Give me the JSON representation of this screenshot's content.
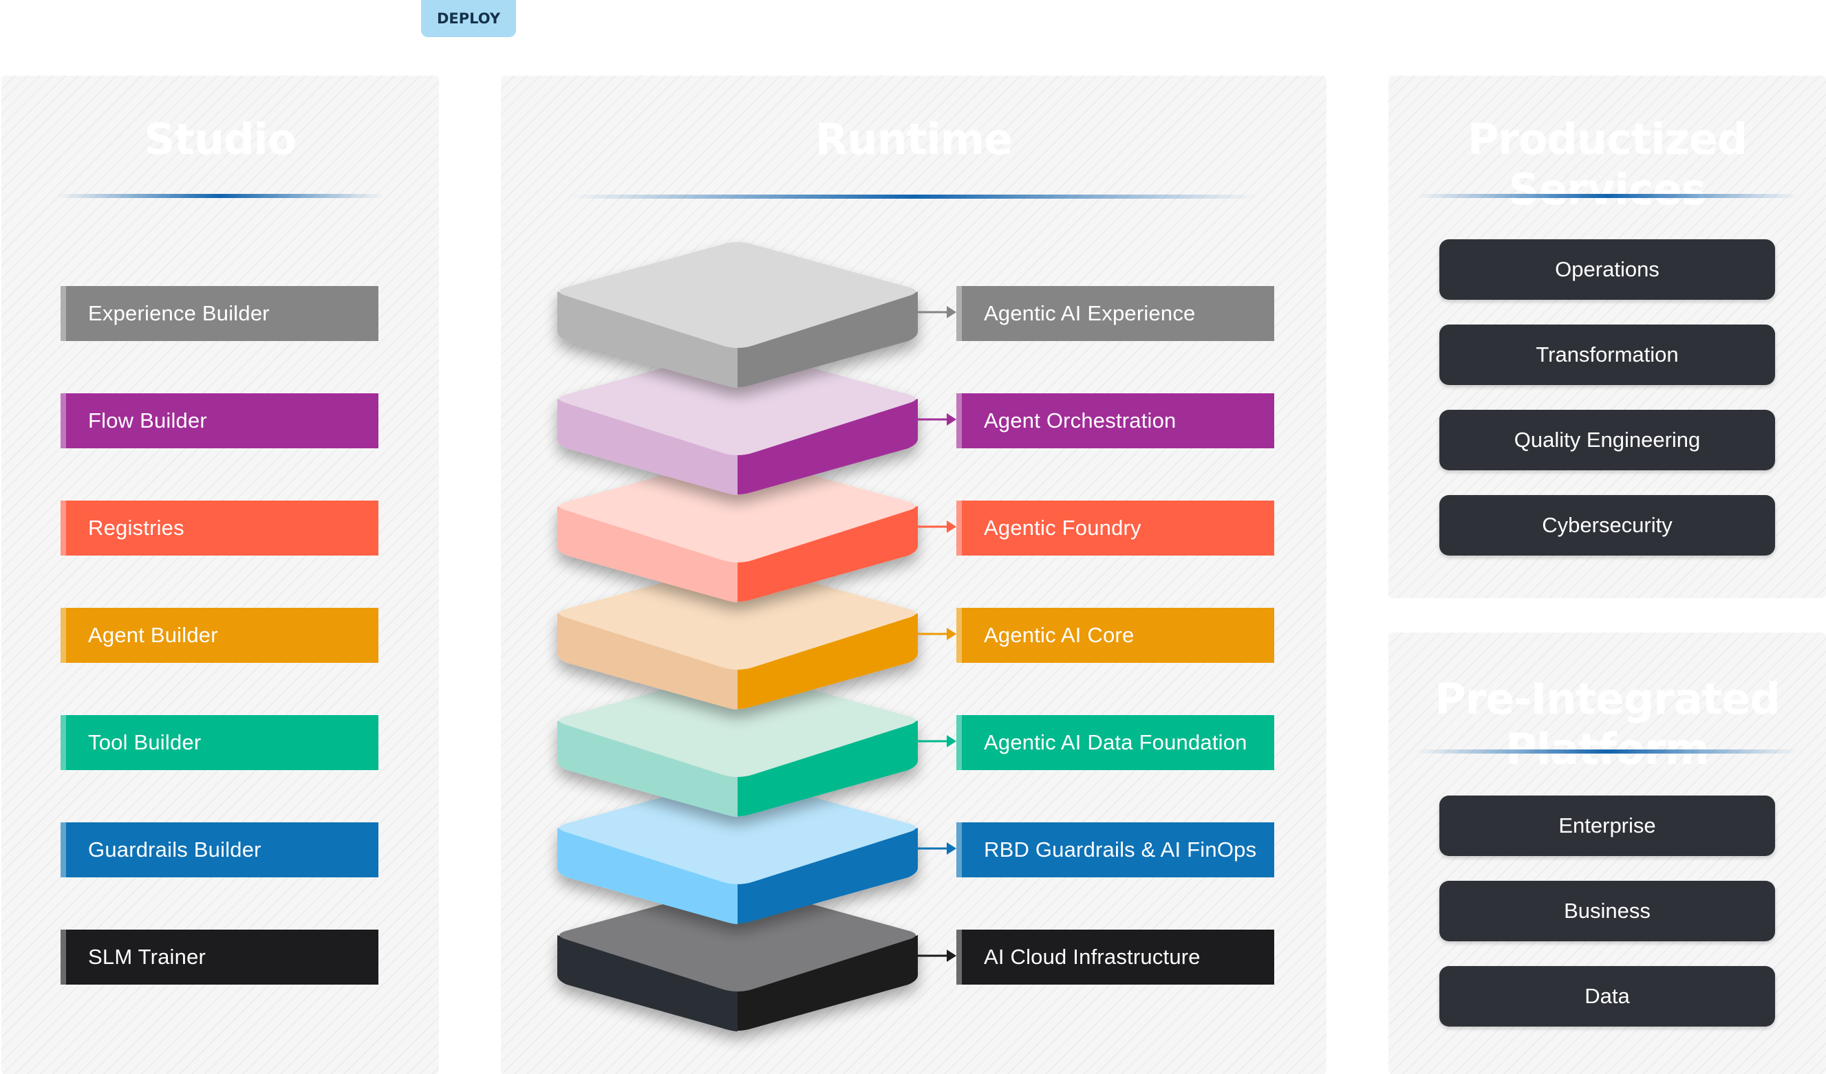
{
  "deploy_label": "DEPLOY",
  "panels": {
    "studio": {
      "title": "Studio"
    },
    "runtime": {
      "title": "Runtime"
    },
    "productized": {
      "title": "Productized Services"
    },
    "integrated": {
      "title": "Pre-Integrated Platform"
    }
  },
  "studio_items": [
    {
      "label": "Experience Builder",
      "color": "#858585"
    },
    {
      "label": "Flow Builder",
      "color": "#a12d97"
    },
    {
      "label": "Registries",
      "color": "#ff6145"
    },
    {
      "label": "Agent Builder",
      "color": "#ec9a06"
    },
    {
      "label": "Tool Builder",
      "color": "#00b98d"
    },
    {
      "label": "Guardrails Builder",
      "color": "#0e72b6"
    },
    {
      "label": "SLM Trainer",
      "color": "#1c1c1e"
    }
  ],
  "runtime_layers": [
    {
      "label": "Agentic AI Experience",
      "color": "#858585",
      "top_color": "#d9d9d9",
      "left_color": "#b4b4b4"
    },
    {
      "label": "Agent Orchestration",
      "color": "#a12d97",
      "top_color": "#e8d4e6",
      "left_color": "#d7b1d6"
    },
    {
      "label": "Agentic Foundry",
      "color": "#ff6145",
      "top_color": "#ffd9d2",
      "left_color": "#ffb6ad"
    },
    {
      "label": "Agentic AI Core",
      "color": "#ec9a06",
      "top_color": "#f8ddc0",
      "left_color": "#eec59c"
    },
    {
      "label": "Agentic AI Data Foundation",
      "color": "#00b98d",
      "top_color": "#d0ebe0",
      "left_color": "#9cdccf"
    },
    {
      "label": "RBD Guardrails & AI FinOps",
      "color": "#0e72b6",
      "top_color": "#b9e4fb",
      "left_color": "#7ccffc"
    },
    {
      "label": "AI Cloud Infrastructure",
      "color": "#1c1c1e",
      "top_color": "#7c7c7e",
      "left_color": "#2c2f35"
    }
  ],
  "productized_services": [
    "Operations",
    "Transformation",
    "Quality Engineering",
    "Cybersecurity"
  ],
  "integrated_platform": [
    "Enterprise",
    "Business",
    "Data"
  ]
}
